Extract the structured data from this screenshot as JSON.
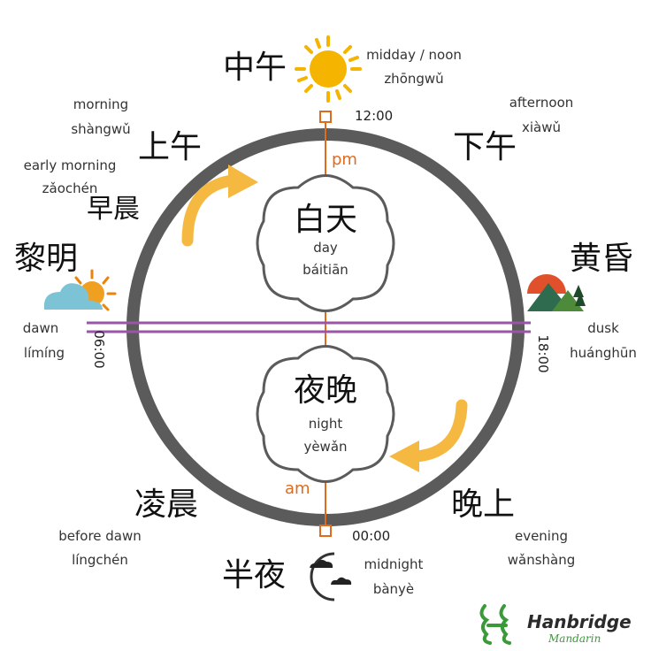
{
  "noon": {
    "hanzi": "中午",
    "english": "midday / noon",
    "pinyin": "zhōngwǔ",
    "time": "12:00"
  },
  "morning": {
    "hanzi": "上午",
    "english": "morning",
    "pinyin": "shàngwǔ"
  },
  "afternoon": {
    "hanzi": "下午",
    "english": "afternoon",
    "pinyin": "xiàwǔ"
  },
  "early_morning": {
    "hanzi": "早晨",
    "english": "early morning",
    "pinyin": "zǎochén"
  },
  "dawn": {
    "hanzi": "黎明",
    "english": "dawn",
    "pinyin": "límíng",
    "time": "06:00"
  },
  "dusk": {
    "hanzi": "黄昏",
    "english": "dusk",
    "pinyin": "huánghūn",
    "time": "18:00"
  },
  "day": {
    "hanzi": "白天",
    "english": "day",
    "pinyin": "báitiān",
    "marker": "pm"
  },
  "night": {
    "hanzi": "夜晚",
    "english": "night",
    "pinyin": "yèwǎn",
    "marker": "am"
  },
  "before_dawn": {
    "hanzi": "凌晨",
    "english": "before dawn",
    "pinyin": "língchén"
  },
  "evening": {
    "hanzi": "晚上",
    "english": "evening",
    "pinyin": "wǎnshàng"
  },
  "midnight": {
    "hanzi": "半夜",
    "english": "midnight",
    "pinyin": "bànyè",
    "time": "00:00"
  },
  "brand": {
    "name": "Hanbridge",
    "sub": "Mandarin"
  },
  "colors": {
    "ring": "#5b5b5b",
    "axis": "#e06b1f",
    "horizon": "#9b55a8",
    "arrow": "#f5b942",
    "sun": "#f4b400",
    "brand_green": "#3a9a3a"
  }
}
